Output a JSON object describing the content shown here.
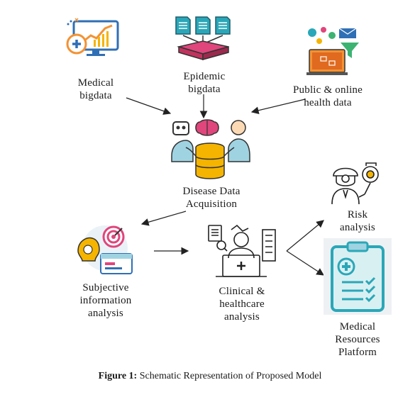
{
  "nodes": {
    "medical_bigdata": {
      "label": "Medical\nbigdata",
      "icon": "computer-analytics-icon"
    },
    "epidemic_bigdata": {
      "label": "Epidemic\nbigdata",
      "icon": "documents-stack-icon"
    },
    "public_online": {
      "label": "Public & online\nhealth data",
      "icon": "laptop-apps-icon"
    },
    "acquisition": {
      "label": "Disease Data\nAcquisition",
      "icon": "ai-database-icon"
    },
    "subjective": {
      "label": "Subjective\ninformation\nanalysis",
      "icon": "mind-target-icon"
    },
    "clinical": {
      "label": "Clinical &\nhealthcare\nanalysis",
      "icon": "doctor-workstation-icon"
    },
    "risk": {
      "label": "Risk\nanalysis",
      "icon": "risk-inspector-icon"
    },
    "resources": {
      "label": "Medical\nResources\nPlatform",
      "icon": "clipboard-checklist-icon"
    }
  },
  "caption": {
    "prefix": "Figure 1:",
    "text": " Schematic Representation of Proposed Model"
  },
  "colors": {
    "teal": "#2aa7b8",
    "orange": "#f39233",
    "blue": "#2f6fb5",
    "pink": "#e0457b",
    "yellow": "#f5b400",
    "dark": "#222222"
  }
}
